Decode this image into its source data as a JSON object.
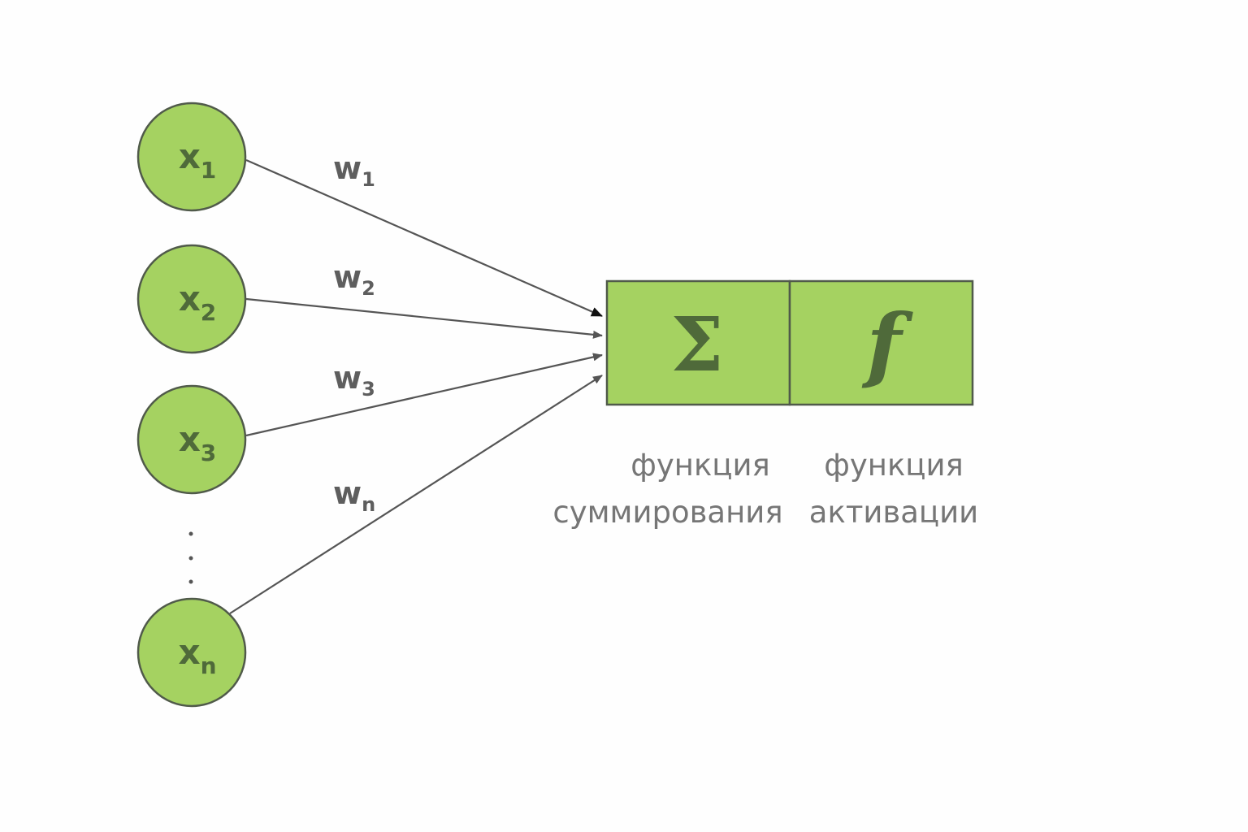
{
  "inputs": [
    {
      "label": "x",
      "sub": "1"
    },
    {
      "label": "x",
      "sub": "2"
    },
    {
      "label": "x",
      "sub": "3"
    },
    {
      "label": "x",
      "sub": "n"
    }
  ],
  "weights": [
    {
      "label": "w",
      "sub": "1"
    },
    {
      "label": "w",
      "sub": "2"
    },
    {
      "label": "w",
      "sub": "3"
    },
    {
      "label": "w",
      "sub": "n"
    }
  ],
  "neuron": {
    "sum_symbol": "Σ",
    "activation_symbol": "f"
  },
  "captions": {
    "sum": [
      "функция",
      "суммирования"
    ],
    "activation": [
      "функция",
      "активации"
    ]
  },
  "colors": {
    "node_fill": "#a5d261",
    "node_text": "#4f6a3a",
    "stroke": "#505a4a",
    "caption": "#767676"
  }
}
